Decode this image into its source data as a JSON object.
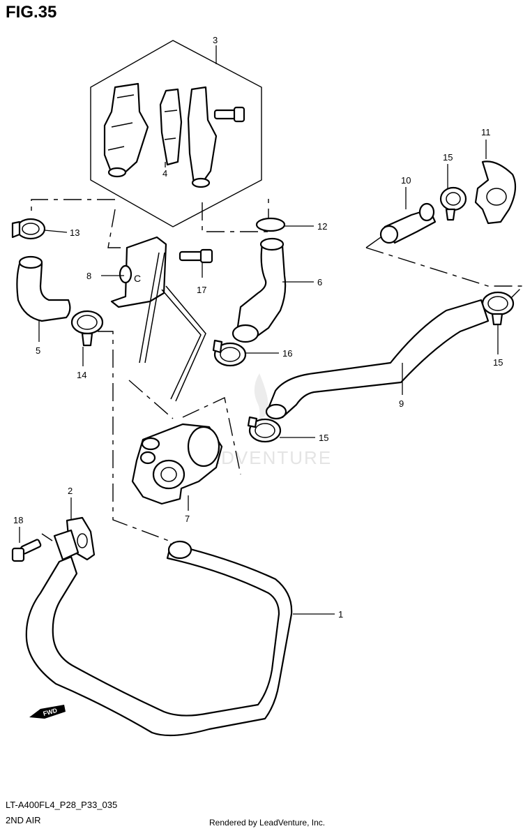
{
  "figure": {
    "title": "FIG.35"
  },
  "footer": {
    "code": "LT-A400FL4_P28_P33_035",
    "section": "2ND AIR",
    "credit": "Rendered by LeadVenture, Inc."
  },
  "watermark": {
    "text": "LEADVENTURE",
    "color": "#e4e4e4"
  },
  "direction_badge": {
    "text": "FWD"
  },
  "callouts": [
    {
      "id": "1",
      "label": "1"
    },
    {
      "id": "2",
      "label": "2"
    },
    {
      "id": "3",
      "label": "3"
    },
    {
      "id": "4",
      "label": "4"
    },
    {
      "id": "5",
      "label": "5"
    },
    {
      "id": "6",
      "label": "6"
    },
    {
      "id": "7",
      "label": "7"
    },
    {
      "id": "8",
      "label": "8"
    },
    {
      "id": "9",
      "label": "9"
    },
    {
      "id": "10",
      "label": "10"
    },
    {
      "id": "11",
      "label": "11"
    },
    {
      "id": "12",
      "label": "12"
    },
    {
      "id": "13",
      "label": "13"
    },
    {
      "id": "14",
      "label": "14"
    },
    {
      "id": "15a",
      "label": "15"
    },
    {
      "id": "15b",
      "label": "15"
    },
    {
      "id": "15c",
      "label": "15"
    },
    {
      "id": "16",
      "label": "16"
    },
    {
      "id": "17",
      "label": "17"
    },
    {
      "id": "18",
      "label": "18"
    }
  ]
}
